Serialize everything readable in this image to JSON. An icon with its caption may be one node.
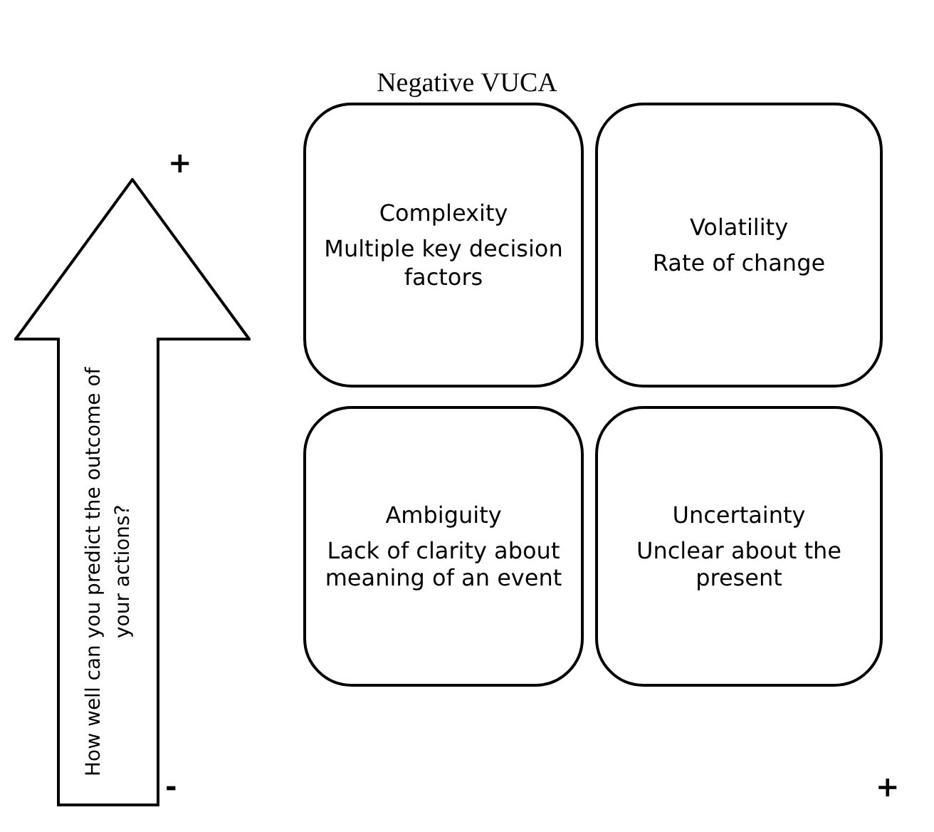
{
  "diagram": {
    "title": "Negative VUCA",
    "nodes": [
      {
        "text": [
          "How well can you predict the outcome of your actions?"
        ]
      },
      {
        "text": [
          "Complexity",
          "Multiple key decision factors"
        ]
      },
      {
        "text": [
          "Volatility",
          "Rate of change"
        ]
      },
      {
        "text": [
          "Ambiguity",
          "Lack of clarity about meaning of an event"
        ]
      },
      {
        "text": [
          "Uncertainty",
          "Unclear about the present"
        ]
      }
    ],
    "labels": [
      "+",
      "-",
      "+"
    ]
  }
}
